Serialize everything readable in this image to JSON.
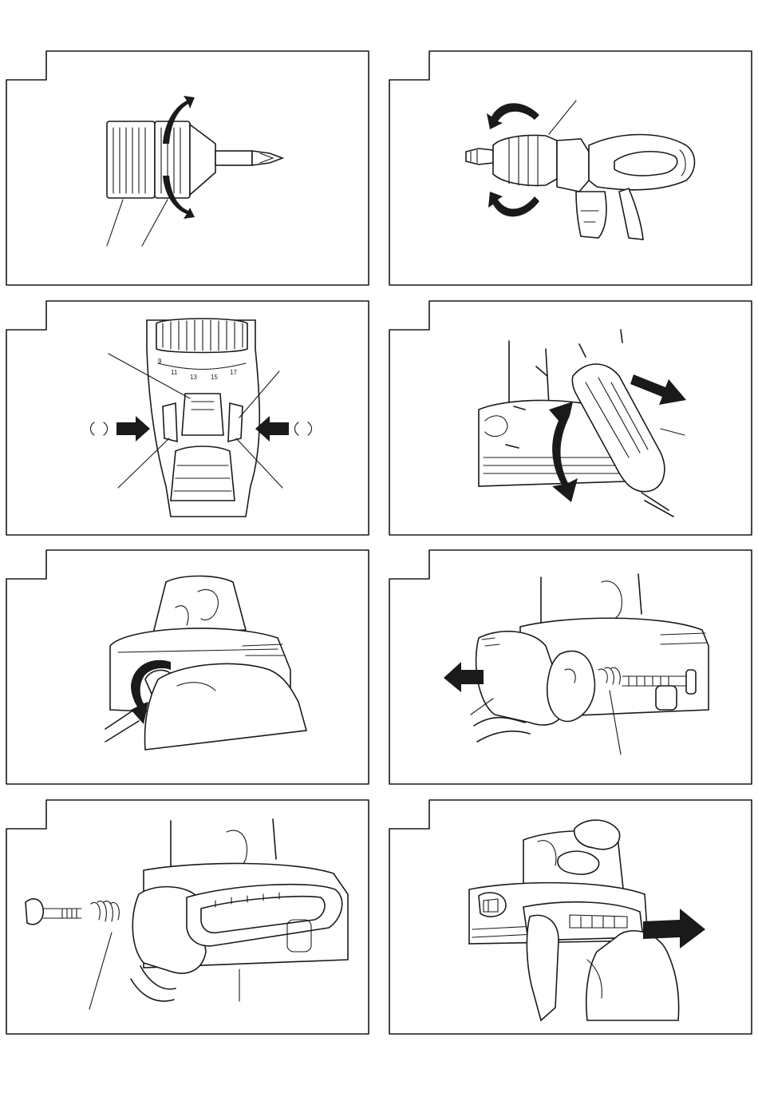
{
  "figures": [
    {
      "id": "fig1"
    },
    {
      "id": "fig2"
    },
    {
      "id": "fig3",
      "torque_scale": [
        "9",
        "11",
        "13",
        "15",
        "17"
      ]
    },
    {
      "id": "fig4"
    },
    {
      "id": "fig5"
    },
    {
      "id": "fig6"
    },
    {
      "id": "fig7"
    },
    {
      "id": "fig8"
    }
  ],
  "colors": {
    "ink": "#1a1a1a",
    "paper": "#ffffff"
  }
}
